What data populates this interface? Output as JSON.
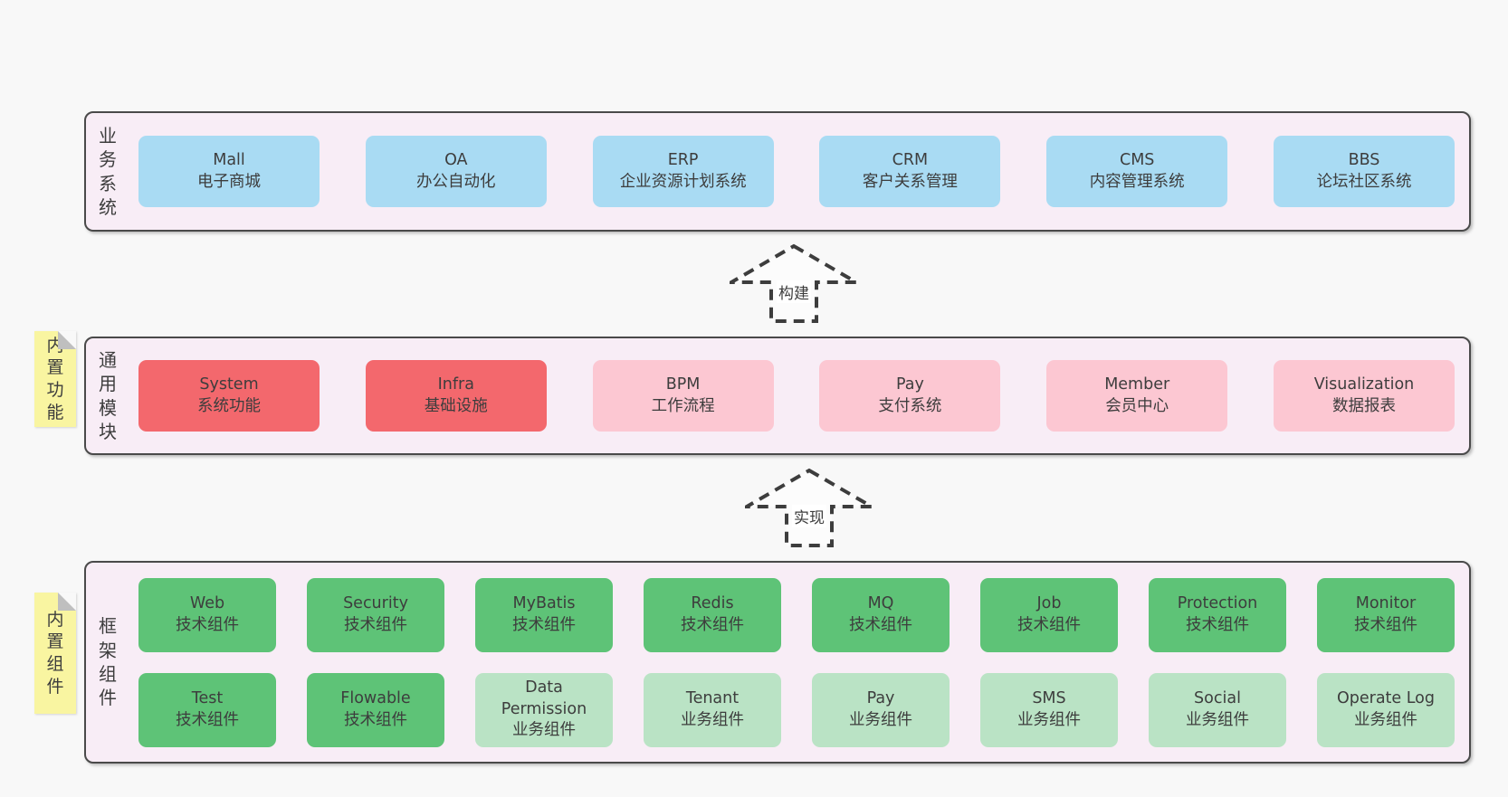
{
  "colors": {
    "page_background": "#f8f8f8",
    "panel_fill": "#f8edf6",
    "panel_border": "#4a4a4a",
    "box_blue": "#a9dbf3",
    "box_red": "#f3686d",
    "box_pink": "#fcc7d2",
    "box_green": "#5ec377",
    "box_light_green": "#bae3c5",
    "sticky_yellow": "#f9f5a1",
    "sticky_fold_gray": "#bfbfbf",
    "text": "#3d3d3d"
  },
  "arrows": [
    {
      "label": "构建"
    },
    {
      "label": "实现"
    }
  ],
  "sections": [
    {
      "label": "业务系统",
      "boxes": [
        {
          "name": "Mall",
          "desc": "电子商城"
        },
        {
          "name": "OA",
          "desc": "办公自动化"
        },
        {
          "name": "ERP",
          "desc": "企业资源计划系统"
        },
        {
          "name": "CRM",
          "desc": "客户关系管理"
        },
        {
          "name": "CMS",
          "desc": "内容管理系统"
        },
        {
          "name": "BBS",
          "desc": "论坛社区系统"
        }
      ]
    },
    {
      "label": "通用模块",
      "note": "内置功能",
      "boxes": [
        {
          "name": "System",
          "desc": "系统功能"
        },
        {
          "name": "Infra",
          "desc": "基础设施"
        },
        {
          "name": "BPM",
          "desc": "工作流程"
        },
        {
          "name": "Pay",
          "desc": "支付系统"
        },
        {
          "name": "Member",
          "desc": "会员中心"
        },
        {
          "name": "Visualization",
          "desc": "数据报表"
        }
      ]
    },
    {
      "label": "框架组件",
      "note": "内置组件",
      "box_rows": [
        [
          {
            "name": "Web",
            "desc": "技术组件"
          },
          {
            "name": "Security",
            "desc": "技术组件"
          },
          {
            "name": "MyBatis",
            "desc": "技术组件"
          },
          {
            "name": "Redis",
            "desc": "技术组件"
          },
          {
            "name": "MQ",
            "desc": "技术组件"
          },
          {
            "name": "Job",
            "desc": "技术组件"
          },
          {
            "name": "Protection",
            "desc": "技术组件"
          },
          {
            "name": "Monitor",
            "desc": "技术组件"
          }
        ],
        [
          {
            "name": "Test",
            "desc": "技术组件"
          },
          {
            "name": "Flowable",
            "desc": "技术组件"
          },
          {
            "name": "Data Permission",
            "desc": "业务组件"
          },
          {
            "name": "Tenant",
            "desc": "业务组件"
          },
          {
            "name": "Pay",
            "desc": "业务组件"
          },
          {
            "name": "SMS",
            "desc": "业务组件"
          },
          {
            "name": "Social",
            "desc": "业务组件"
          },
          {
            "name": "Operate Log",
            "desc": "业务组件"
          }
        ]
      ]
    }
  ]
}
